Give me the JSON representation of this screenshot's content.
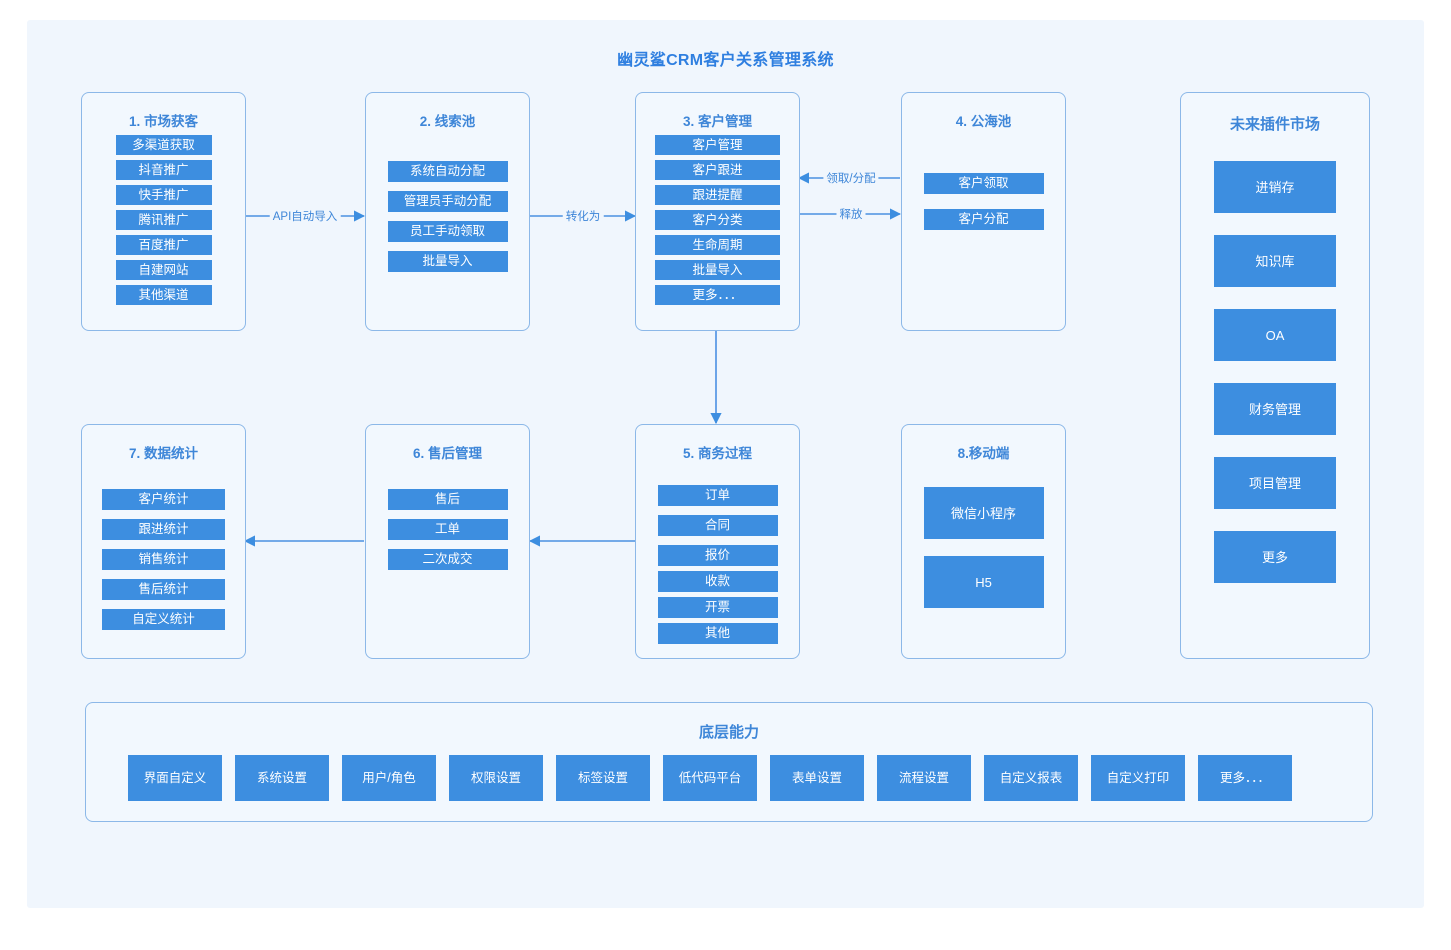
{
  "page": {
    "title": "幽灵鲨CRM客户关系管理系统",
    "accent": "#3d8ee0",
    "border_color": "#8cb8e8",
    "canvas_bg": "#f0f6fd",
    "card_bg": "#f2f8fe"
  },
  "cards": [
    {
      "key": "market-acquisition",
      "title": "1. 市场获客",
      "items": [
        "多渠道获取",
        "抖音推广",
        "快手推广",
        "腾讯推广",
        "百度推广",
        "自建网站",
        "其他渠道"
      ]
    },
    {
      "key": "lead-pool",
      "title": "2. 线索池",
      "items": [
        "系统自动分配",
        "管理员手动分配",
        "员工手动领取",
        "批量导入"
      ]
    },
    {
      "key": "customer-management",
      "title": "3. 客户管理",
      "items": [
        "客户管理",
        "客户跟进",
        "跟进提醒",
        "客户分类",
        "生命周期",
        "批量导入",
        "更多．．．"
      ]
    },
    {
      "key": "public-pool",
      "title": "4. 公海池",
      "items": [
        "客户领取",
        "客户分配"
      ]
    },
    {
      "key": "business-process",
      "title": "5. 商务过程",
      "items": [
        "订单",
        "合同",
        "报价",
        "收款",
        "开票",
        "其他"
      ]
    },
    {
      "key": "after-sales",
      "title": "6. 售后管理",
      "items": [
        "售后",
        "工单",
        "二次成交"
      ]
    },
    {
      "key": "data-statistics",
      "title": "7. 数据统计",
      "items": [
        "客户统计",
        "跟进统计",
        "销售统计",
        "售后统计",
        "自定义统计"
      ]
    },
    {
      "key": "mobile",
      "title": "8.移动端",
      "items": [
        "微信小程序",
        "H5"
      ]
    },
    {
      "key": "plugin-market",
      "title": "未来插件市场",
      "items": [
        "进销存",
        "知识库",
        "OA",
        "财务管理",
        "项目管理",
        "更多"
      ]
    }
  ],
  "capability": {
    "title": "底层能力",
    "items": [
      "界面自定义",
      "系统设置",
      "用户/角色",
      "权限设置",
      "标签设置",
      "低代码平台",
      "表单设置",
      "流程设置",
      "自定义报表",
      "自定义打印",
      "更多．．．"
    ]
  },
  "connectors": [
    {
      "key": "api-import",
      "label": "API自动导入"
    },
    {
      "key": "convert-to",
      "label": "转化为"
    },
    {
      "key": "claim-assign",
      "label": "领取/分配"
    },
    {
      "key": "release",
      "label": "释放"
    },
    {
      "key": "cm-to-business",
      "label": ""
    },
    {
      "key": "business-to-aftersales",
      "label": ""
    },
    {
      "key": "aftersales-to-stats",
      "label": ""
    }
  ]
}
